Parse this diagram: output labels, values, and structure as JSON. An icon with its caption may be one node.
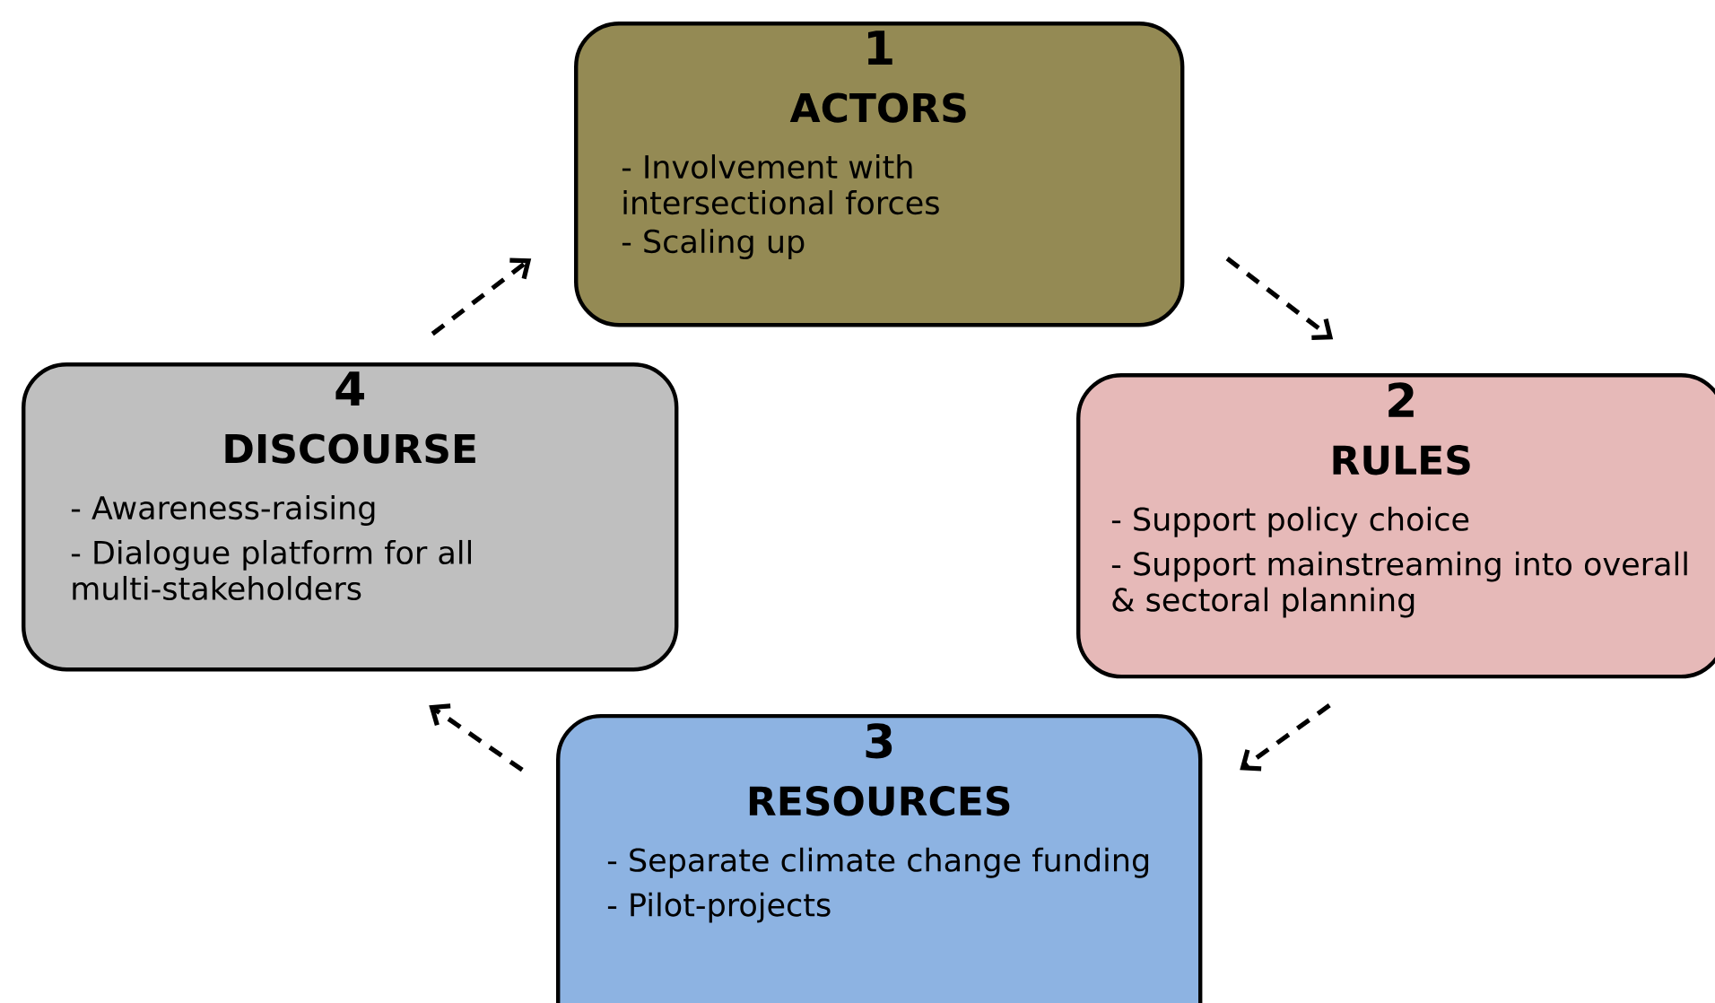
{
  "diagram": {
    "nodes": [
      {
        "text": [
          "1",
          "ACTORS",
          "- Involvement with intersectional forces",
          "- Scaling up"
        ]
      },
      {
        "text": [
          "2",
          "RULES",
          "-  Support policy choice",
          "-  Support mainstreaming into overall & sectoral planning"
        ]
      },
      {
        "text": [
          "3",
          "RESOURCES",
          "- Separate climate change funding",
          "- Pilot-projects"
        ]
      },
      {
        "text": [
          "4",
          "DISCOURSE",
          "- Awareness-raising",
          "- Dialogue platform for all multi-stakeholders"
        ]
      }
    ],
    "edges": [
      {
        "from": 0,
        "to": 1,
        "arrow": "to",
        "style": "dashed"
      },
      {
        "from": 1,
        "to": 2,
        "arrow": "to",
        "style": "dashed"
      },
      {
        "from": 2,
        "to": 3,
        "arrow": "to",
        "style": "dashed"
      },
      {
        "from": 3,
        "to": 0,
        "arrow": "to",
        "style": "dashed"
      }
    ]
  }
}
